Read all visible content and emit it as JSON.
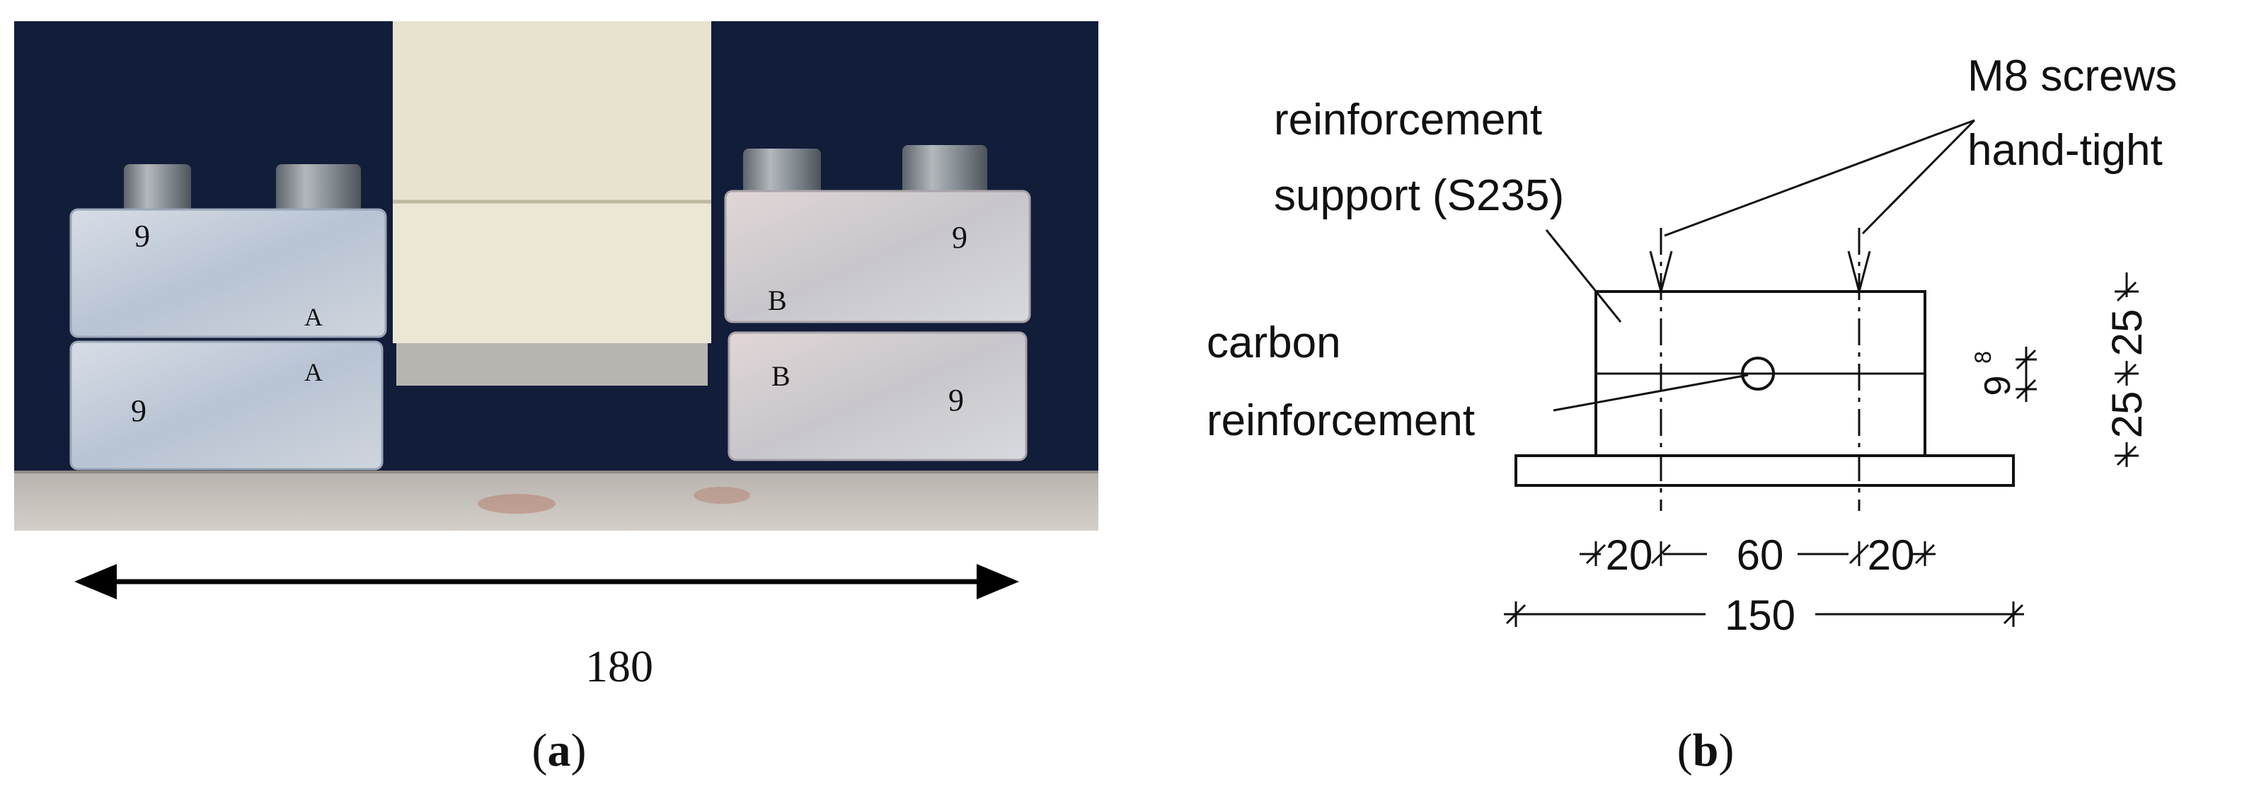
{
  "panel_a": {
    "dimension_label": "180",
    "caption_paren_open": "(",
    "caption_letter": "a",
    "caption_paren_close": ")",
    "block_marks": [
      "9",
      "A",
      "9",
      "A",
      "B",
      "9",
      "B",
      "9"
    ],
    "photo_background_color": "#14213f",
    "base_plate_color": "#c9c4bf",
    "steel_block_color": "#c4ccd6",
    "concrete_color": "#e7e3cf"
  },
  "panel_b": {
    "caption_paren_open": "(",
    "caption_letter": "b",
    "caption_paren_close": ")",
    "label_support_line1": "reinforcement",
    "label_support_line2": "support (S235)",
    "label_screws_line1": "M8 screws",
    "label_screws_line2": "hand-tight",
    "label_carbon_line1": "carbon",
    "label_carbon_line2": "reinforcement",
    "dim_left_edge": "20",
    "dim_middle": "60",
    "dim_right_edge": "20",
    "dim_total_width": "150",
    "dim_lower_height": "25",
    "dim_upper_height": "25",
    "dim_bar_diameter": "9",
    "dim_bar_diameter_superscript": "8"
  }
}
